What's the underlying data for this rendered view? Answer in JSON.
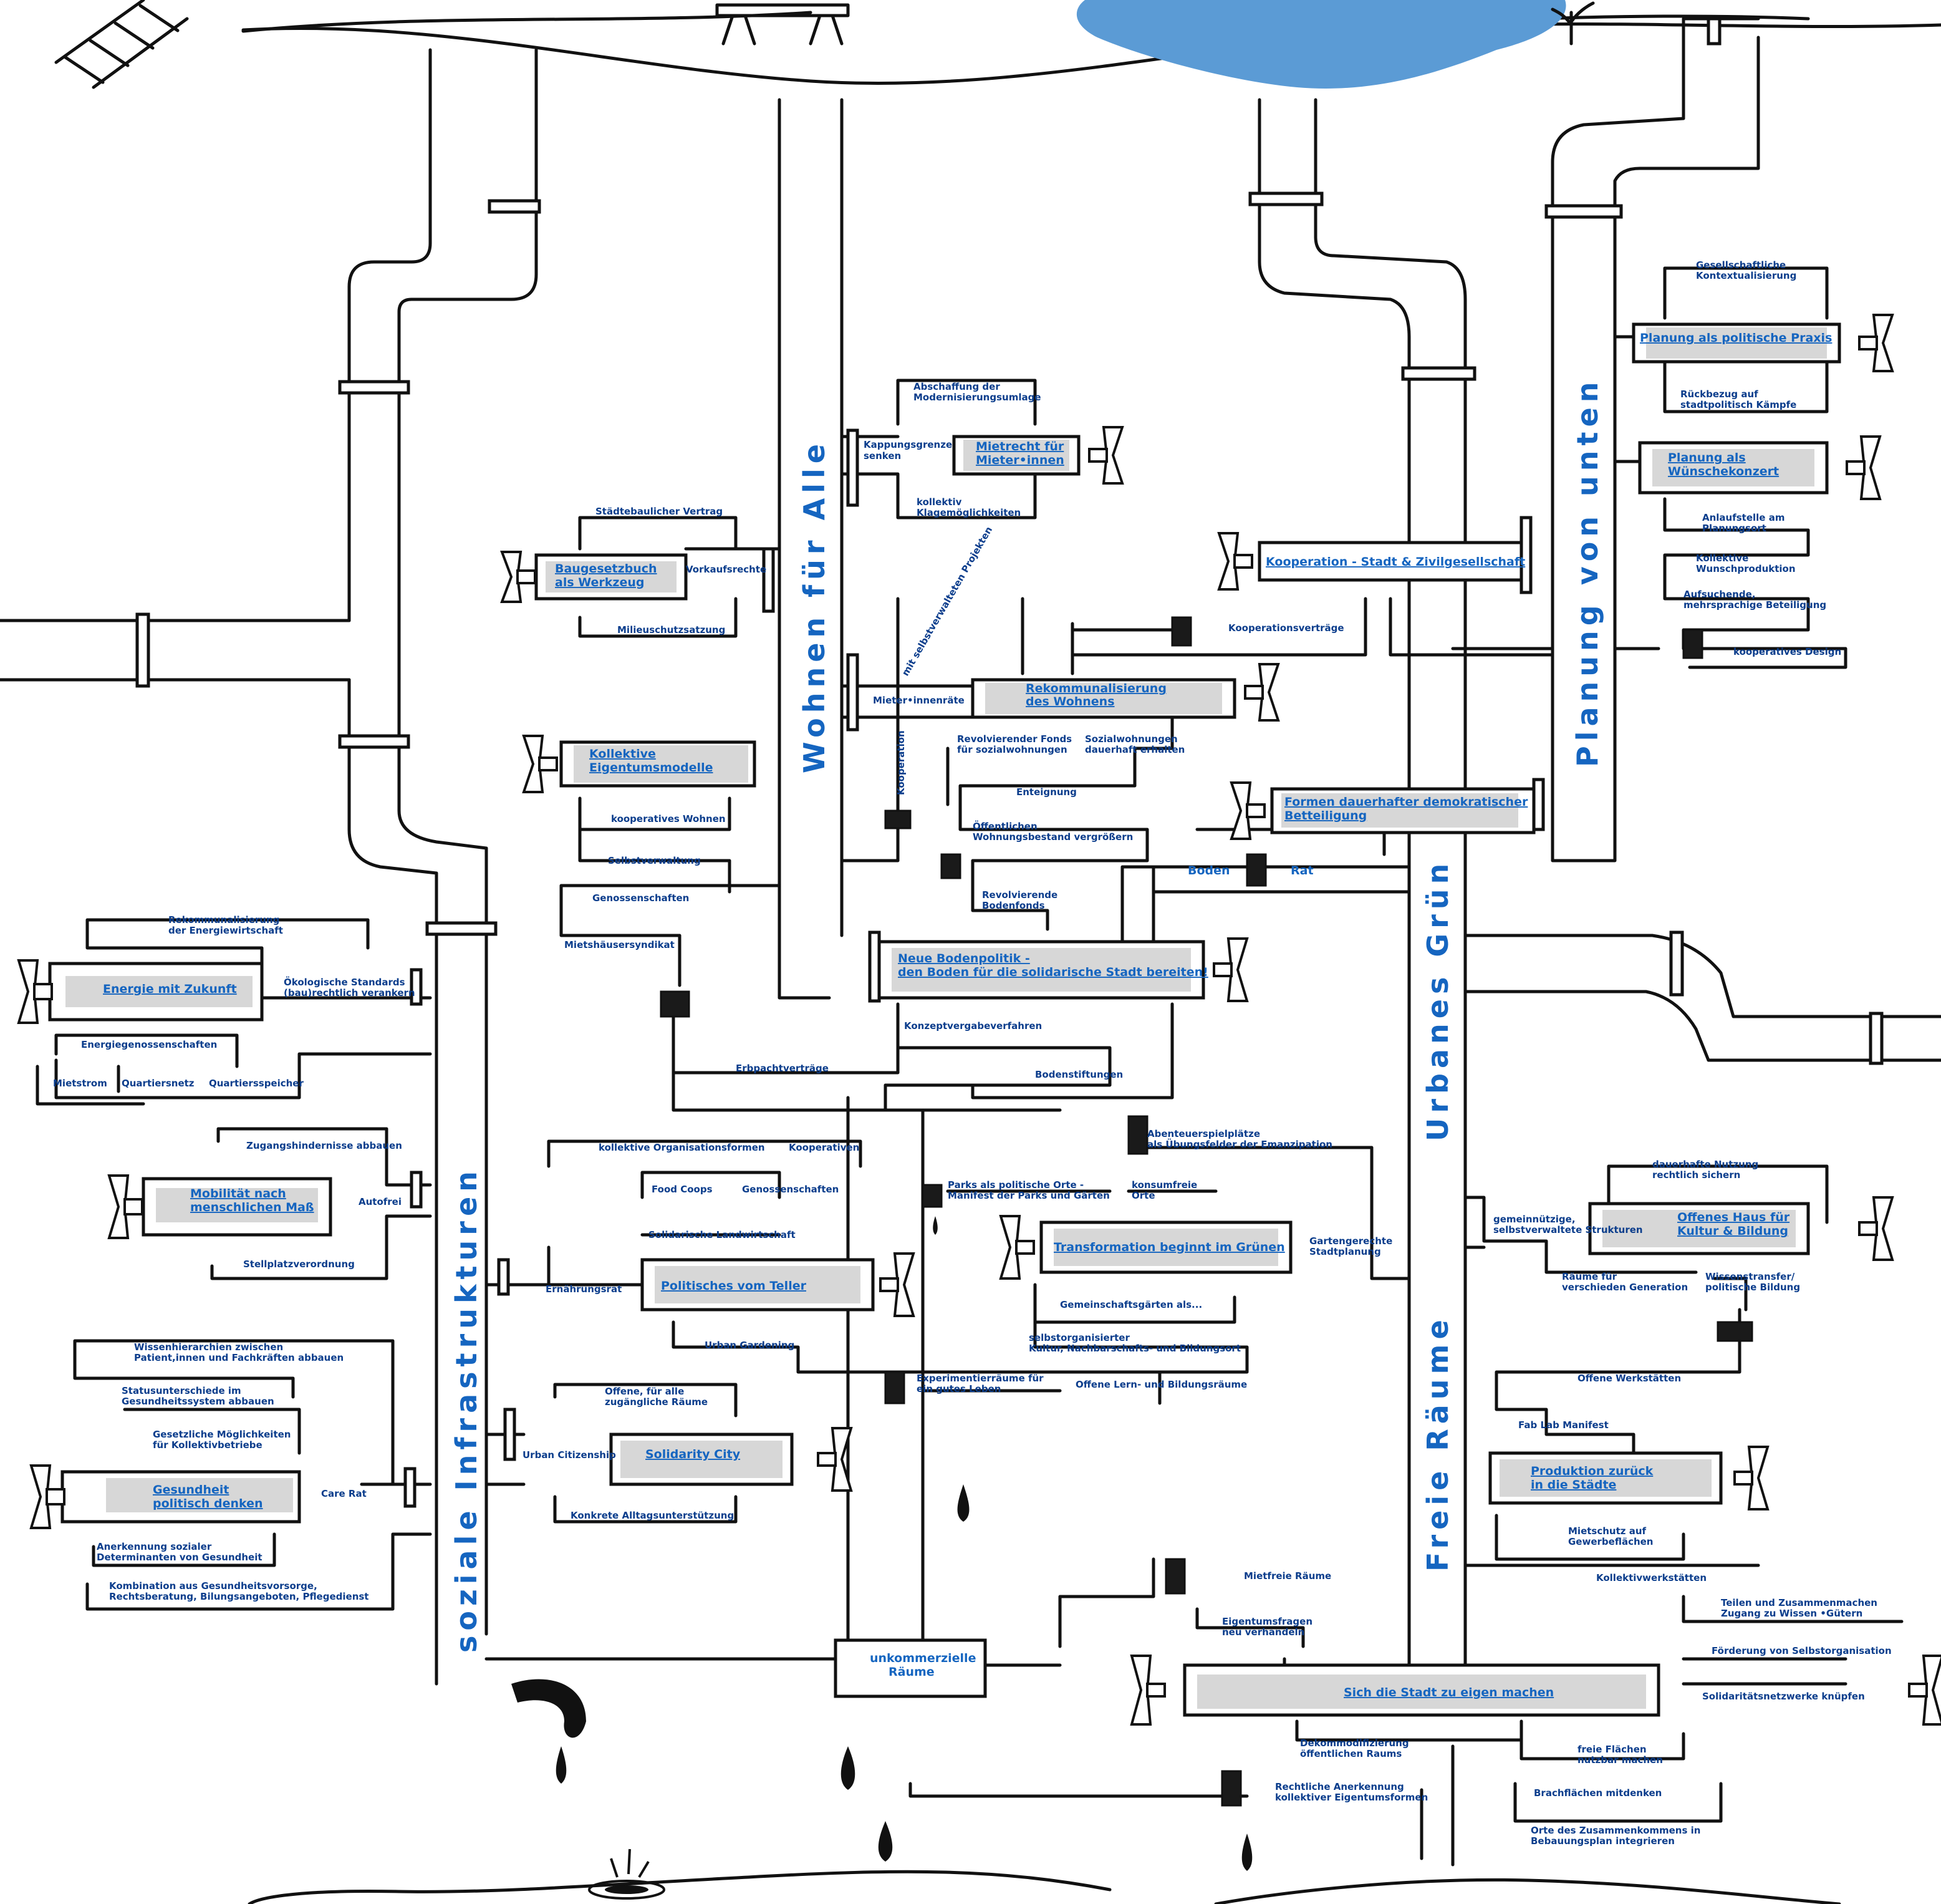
{
  "colors": {
    "accent_blue": "#1565c0",
    "label_blue": "#0b3d8c",
    "water_blue": "#5b9bd5",
    "pipe_black": "#111111",
    "valve_grey": "#c9c9c9"
  },
  "main_pipes": {
    "soziale_infrastrukturen": "soziale   Infrastrukturen",
    "wohnen_fuer_alle": "Wohnen für Alle",
    "planung_von_unten": "Planung von unten",
    "urbanes_gruen": "Urbanes Grün",
    "freie_raeume": "Freie Räume"
  },
  "valves": {
    "energie": "Energie mit Zukunft",
    "mobilitaet_1": "Mobilität nach",
    "mobilitaet_2": "menschlichen Maß",
    "gesundheit_1": "Gesundheit",
    "gesundheit_2": "politisch denken",
    "baugesetzbuch_1": "Baugesetzbuch",
    "baugesetzbuch_2": "als Werkzeug",
    "mietrecht_1": "Mietrecht für",
    "mietrecht_2": "Mieter•innen",
    "kollektive_1": "Kollektive",
    "kollektive_2": "Eigentumsmodelle",
    "rekommunalisierung_1": "Rekommunalisierung",
    "rekommunalisierung_2": "des Wohnens",
    "bodenpolitik_1": "Neue Bodenpolitik -",
    "bodenpolitik_2": "den Boden für die solidarische Stadt bereiten!",
    "politisches_teller": "Politisches vom Teller",
    "solidarity_city": "Solidarity City",
    "transformation": "Transformation beginnt im Grünen",
    "kooperation": "Kooperation - Stadt & Zivilgesellschaft",
    "formen_1": "Formen dauerhafter demokratischer",
    "formen_2": "Betteiligung",
    "planung_politisch": "Planung als politische Praxis",
    "planung_wunsch_1": "Planung als",
    "planung_wunsch_2": "Wünschekonzert",
    "offenes_haus_1": "Offenes Haus für",
    "offenes_haus_2": "Kultur & Bildung",
    "produktion_1": "Produktion zurück",
    "produktion_2": "in die Städte",
    "stadt_eigen": "Sich die Stadt zu eigen machen",
    "unkommerzielle_1": "unkommerzielle",
    "unkommerzielle_2": "Räume"
  },
  "labels": {
    "rekom_energie_1": "Rekommunalisierung",
    "rekom_energie_2": "der Energiewirtschaft",
    "oeko_1": "Ökologische Standards",
    "oeko_2": "(bau)rechtlich verankern",
    "energiegenossenschaften": "Energiegenossenschaften",
    "mietstrom": "Mietstrom",
    "quartiersnetz": "Quartiersnetz",
    "quartiersspeicher": "Quartiersspeicher",
    "zugangshindernisse": "Zugangshindernisse abbauen",
    "autofrei": "Autofrei",
    "stellplatz": "Stellplatzverordnung",
    "wissen_1": "Wissenhierarchien zwischen",
    "wissen_2": "Patient,innen und Fachkräften abbauen",
    "status_1": "Statusunterschiede im",
    "status_2": "Gesundheitssystem abbauen",
    "moeglich_1": "Gesetzliche Möglichkeiten",
    "moeglich_2": "für Kollektivbetriebe",
    "care_rat": "Care Rat",
    "anerkennung_1": "Anerkennung sozialer",
    "anerkennung_2": "Determinanten  von Gesundheit",
    "kombination_1": "Kombination aus Gesundheitsvorsorge,",
    "kombination_2": "Rechtsberatung, Bilungsangeboten, Pflegedienst",
    "staedtebau": "Städtebaulicher Vertrag",
    "vorkaufsrechte": "Vorkaufsrechte",
    "milieuschutz": "Milieuschutzsatzung",
    "abschaffung_1": "Abschaffung der",
    "abschaffung_2": "Modernisierungsumlage",
    "kappung_1": "Kappungsgrenze",
    "kappung_2": "senken",
    "klage_1": "kollektiv",
    "klage_2": "Klagemöglichkeiten",
    "selbstverwaltet": "mit selbstverwalteten Projekten",
    "mieterraete": "Mieter•innenräte",
    "kooperation_v": "Kooperation",
    "fonds_1": "Revolvierender Fonds",
    "fonds_2": "für sozialwohnungen",
    "sozialwohnungen_1": "Sozialwohnungen",
    "sozialwohnungen_2": "dauerhaft erhalten",
    "enteignung": "Enteignung",
    "oeffentlich_1": "Öffentlichen",
    "oeffentlich_2": "Wohnungsbestand vergrößern",
    "bodenfonds_1": "Revolvierende",
    "bodenfonds_2": "Bodenfonds",
    "boden": "Boden",
    "rat": "Rat",
    "kooperatives_wohnen": "kooperatives Wohnen",
    "selbstverwaltung": "Selbstverwaltung",
    "genossenschaften": "Genossenschaften",
    "mietshaeuser": "Mietshäusersyndikat",
    "konzept": "Konzeptvergabeverfahren",
    "erbpacht": "Erbpachtverträge",
    "bodenstiftungen": "Bodenstiftungen",
    "kollektive_org": "kollektive  Organisationsformen",
    "kooperativen": "Kooperativen",
    "food_coops": "Food Coops",
    "genossenschaften2": "Genossenschaften",
    "solawi": "Solidarische Landwirtschaft",
    "ernaehrungsrat": "Ernährungsrat",
    "urban_gardening": "Urban Gardening",
    "experiment_1": "Experimentierräume für",
    "experiment_2": "ein gutes Leben",
    "offene_lern": "Offene Lern- und Bildungsräume",
    "offene_1": "Offene, für alle",
    "offene_2": "zugängliche Räume",
    "urban_citizenship": "Urban Citizenship",
    "alltag": "Konkrete Alltagsunterstützung",
    "abenteuer_1": "Abenteuerspielplätze",
    "abenteuer_2": "als Übungsfelder der Emanzipation",
    "parks_1": "Parks als politische Orte -",
    "parks_2": "Manifest der Parks und Gärten",
    "konsumfrei_1": "konsumfreie",
    "konsumfrei_2": "Orte",
    "garten_1": "Gartengerechte",
    "garten_2": "Stadtplanung",
    "gemeinschaft": "Gemeinschaftsgärten als...",
    "selbstorg_1": "selbstorganisierter",
    "selbstorg_2": "Kultur, Nachbarschafts- und Bildungsort",
    "koop_vertraege": "Kooperationsverträge",
    "gesell_1": "Gesellschaftliche",
    "gesell_2": "Kontextualisierung",
    "rueck_1": "Rückbezug auf",
    "rueck_2": "stadtpolitisch Kämpfe",
    "anlauf_1": "Anlaufstelle am",
    "anlauf_2": "Planungsort",
    "kollektive_w_1": "Kollektive",
    "kollektive_w_2": "Wunschproduktion",
    "aufsuchende_1": "Aufsuchende,",
    "aufsuchende_2": "mehrsprachige Beteiligung",
    "koop_design": "kooperatives Design",
    "dauerhafte_1": "dauerhafte Nutzung",
    "dauerhafte_2": "rechtlich sichern",
    "gemein_1": "gemeinnützige,",
    "gemein_2": "selbstverwaltete Strukturen",
    "raeume_gen_1": "Räume für",
    "raeume_gen_2": "verschieden Generation",
    "wissenstransfer_1": "Wissenstransfer/",
    "wissenstransfer_2": "politische Bildung",
    "offene_werk": "Offene Werkstätten",
    "fab_lab": "Fab Lab Manifest",
    "mietschutz_1": "Mietschutz auf",
    "mietschutz_2": "Gewerbeflächen",
    "kollektivwerk": "Kollektivwerkstätten",
    "mietfreie": "Mietfreie Räume",
    "eigentumsfragen_1": "Eigentumsfragen",
    "eigentumsfragen_2": "neu verhandeln",
    "teilen_1": "Teilen und Zusammenmachen",
    "teilen_2": "Zugang zu Wissen •Gütern",
    "foerderung": "Förderung von Selbstorganisation",
    "solidar": "Solidaritätsnetzwerke knüpfen",
    "dekommod_1": "Dekommodifizierung",
    "dekommod_2": "öffentlichen Raums",
    "freie_flaechen_1": "freie Flächen",
    "freie_flaechen_2": "nutzbar machen",
    "brach": "Brachflächen mitdenken",
    "orte_1": "Orte des Zusammenkommens in",
    "orte_2": "Bebauungsplan integrieren",
    "rechtliche_1": "Rechtliche Anerkennung",
    "rechtliche_2": "kollektiver Eigentumsformen"
  },
  "icons": [
    "valve-handle-icon",
    "water-drop-icon",
    "ladder-icon",
    "bench-icon",
    "pond-icon",
    "plant-icon",
    "puddle-icon"
  ]
}
